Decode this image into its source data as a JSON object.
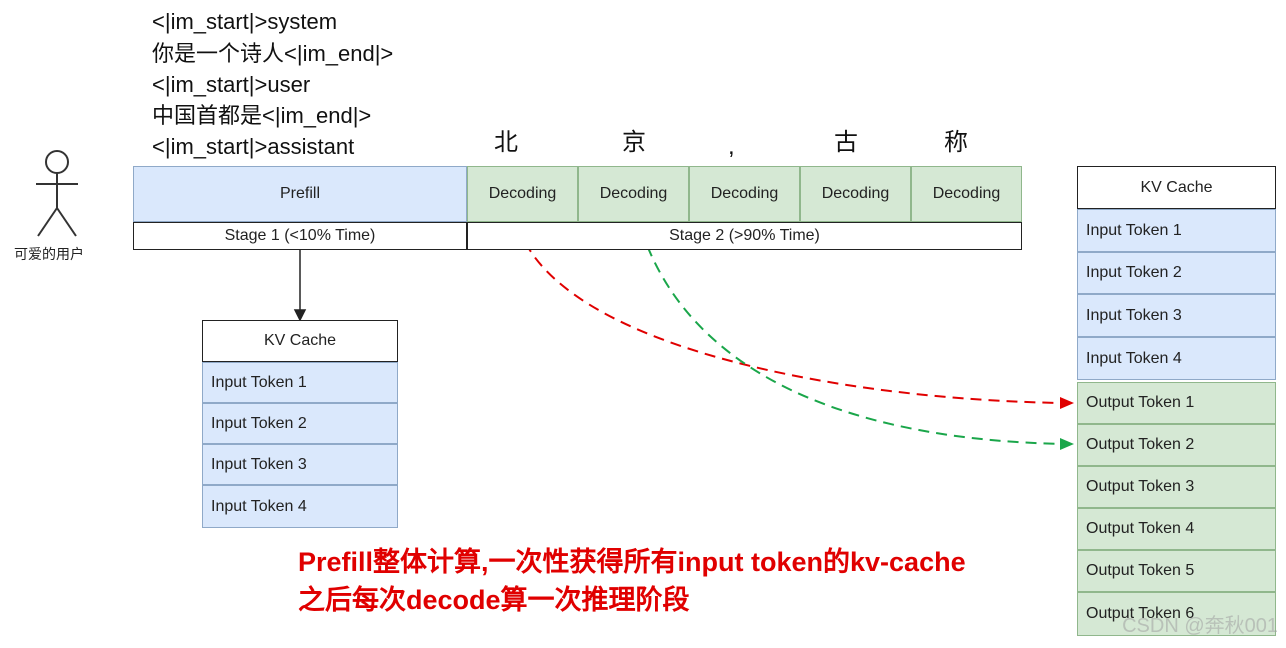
{
  "prompt": {
    "lines": [
      "<|im_start|>system",
      "你是一个诗人<|im_end|>",
      "<|im_start|>user",
      "中国首都是<|im_end|>",
      "<|im_start|>assistant"
    ]
  },
  "output_tokens": [
    "北",
    "京",
    ",",
    "古",
    "称"
  ],
  "user": {
    "label": "可爱的用户"
  },
  "timeline": {
    "prefill_label": "Prefill",
    "decoding_label": "Decoding",
    "stage1_label": "Stage 1 (<10% Time)",
    "stage2_label": "Stage 2 (>90% Time)"
  },
  "kv_cache_left": {
    "header": "KV Cache",
    "inputs": [
      "Input Token 1",
      "Input Token 2",
      "Input Token 3",
      "Input Token 4"
    ]
  },
  "kv_cache_right": {
    "header": "KV Cache",
    "inputs": [
      "Input Token 1",
      "Input Token 2",
      "Input Token 3",
      "Input Token 4"
    ],
    "outputs": [
      "Output Token 1",
      "Output Token 2",
      "Output Token 3",
      "Output Token 4",
      "Output Token 5",
      "Output Token 6"
    ]
  },
  "note": {
    "line1": "Prefill整体计算,一次性获得所有input token的kv-cache",
    "line2": "之后每次decode算一次推理阶段"
  },
  "watermark": "CSDN @奔秋001",
  "colors": {
    "input_blue": "#dae8fc",
    "output_green": "#d5e8d4",
    "arrow_red": "#e00000",
    "arrow_green": "#1aa64a",
    "note_red": "#e00000"
  }
}
